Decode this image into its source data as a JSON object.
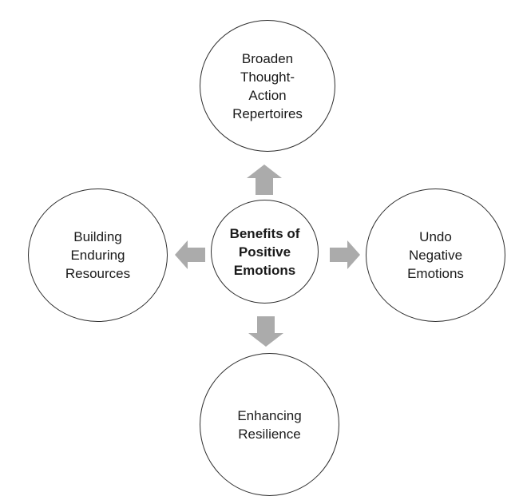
{
  "diagram": {
    "center_node": {
      "text": "Benefits of\nPositive\nEmotions"
    },
    "nodes": {
      "top": {
        "text": "Broaden\nThought-\nAction\nRepertoires"
      },
      "left": {
        "text": "Building\nEnduring\nResources"
      },
      "right": {
        "text": "Undo\nNegative\nEmotions"
      },
      "bottom": {
        "text": "Enhancing\nResilience"
      }
    },
    "arrows": {
      "up": {
        "icon": "arrow-up-icon",
        "direction": "up"
      },
      "left": {
        "icon": "arrow-left-icon",
        "direction": "left"
      },
      "right": {
        "icon": "arrow-right-icon",
        "direction": "right"
      },
      "down": {
        "icon": "arrow-down-icon",
        "direction": "down"
      }
    },
    "colors": {
      "arrow_fill": "#ababab",
      "circle_stroke": "#2e2e2e",
      "text": "#1a1a1a",
      "background": "#ffffff"
    }
  }
}
